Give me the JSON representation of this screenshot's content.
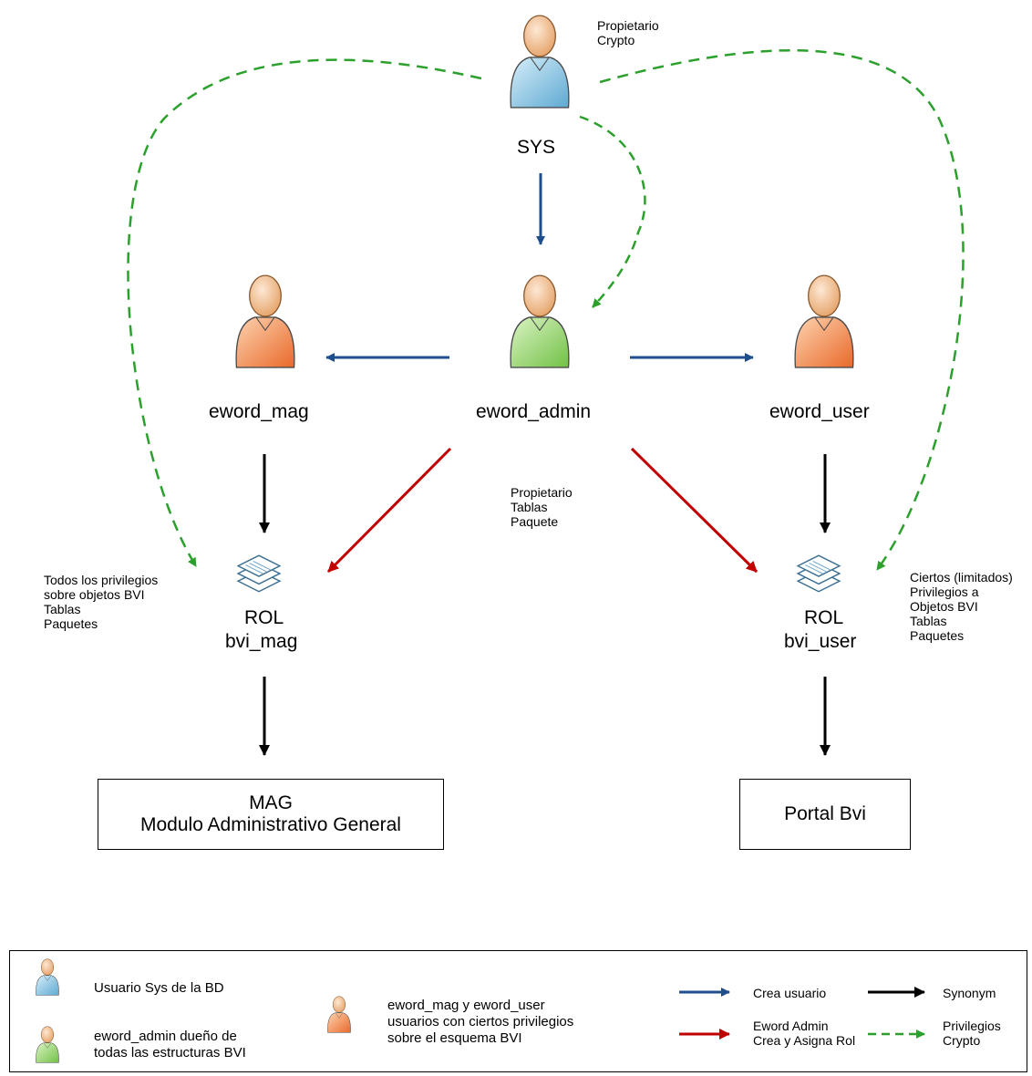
{
  "nodes": {
    "sys": {
      "label": "SYS",
      "note": "Propietario\nCrypto"
    },
    "eword_admin": {
      "label": "eword_admin",
      "note": "Propietario\nTablas\nPaquete"
    },
    "eword_mag": {
      "label": "eword_mag"
    },
    "eword_user": {
      "label": "eword_user"
    },
    "rol_mag": {
      "label_line1": "ROL",
      "label_line2": "bvi_mag",
      "note": "Todos los privilegios\nsobre objetos BVI\nTablas\nPaquetes"
    },
    "rol_user": {
      "label_line1": "ROL",
      "label_line2": "bvi_user",
      "note": "Ciertos (limitados)\nPrivilegios a\nObjetos BVI\nTablas\nPaquetes"
    },
    "mag_box": {
      "label": "MAG\nModulo Administrativo General"
    },
    "portal_box": {
      "label": "Portal Bvi"
    }
  },
  "legend": {
    "sys_user": "Usuario Sys de la BD",
    "admin_user": "eword_admin dueño de\ntodas las estructuras BVI",
    "mag_user_users": "eword_mag y eword_user\nusuarios con ciertos privilegios\nsobre el esquema BVI",
    "crea_usuario": "Crea usuario",
    "eword_admin_rol": "Eword Admin\nCrea y Asigna Rol",
    "synonym": "Synonym",
    "privilegios_crypto": "Privilegios\nCrypto"
  },
  "colors": {
    "create_user_arrow": "#1f4e8c",
    "role_arrow": "#c00000",
    "synonym_arrow": "#000000",
    "privileges_arrow": "#2ca02c",
    "sys_user_icon": "#7fc4e6",
    "admin_user_icon": "#8fd464",
    "role_user_icon": "#f28a3c"
  },
  "icons": [
    "user-icon",
    "document-stack-icon",
    "arrow-icon"
  ]
}
